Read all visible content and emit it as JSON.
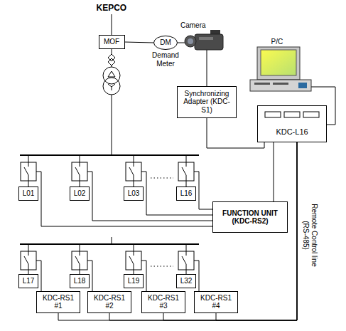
{
  "diagram": {
    "nodes": [
      {
        "text": [
          "MOF"
        ]
      },
      {
        "text": [
          "DM",
          "Demand Meter"
        ]
      },
      {
        "text": [
          "Synchronizing Adapter (KDC-S1)"
        ]
      },
      {
        "text": [
          "KDC-L16"
        ]
      },
      {
        "text": [
          "L01"
        ]
      },
      {
        "text": [
          "L02"
        ]
      },
      {
        "text": [
          "L03"
        ]
      },
      {
        "text": [
          "L16"
        ]
      },
      {
        "text": [
          "FUNCTION UNIT (KDC-RS2)"
        ]
      },
      {
        "text": [
          "L17"
        ]
      },
      {
        "text": [
          "L18"
        ]
      },
      {
        "text": [
          "L19"
        ]
      },
      {
        "text": [
          "L32"
        ]
      },
      {
        "text": [
          "KDC-RS1 #1"
        ]
      },
      {
        "text": [
          "KDC-RS1 #2"
        ]
      },
      {
        "text": [
          "KDC-RS1 #3"
        ]
      },
      {
        "text": [
          "KDC-RS1 #4"
        ]
      }
    ],
    "edges": [
      {
        "from": 0,
        "to": 1,
        "arrow": "none"
      },
      {
        "from": 2,
        "to": 3,
        "arrow": "none"
      },
      {
        "from": 3,
        "to": 8,
        "arrow": "none"
      },
      {
        "from": 3,
        "to": 13,
        "arrow": "none"
      },
      {
        "from": 3,
        "to": 14,
        "arrow": "none"
      },
      {
        "from": 3,
        "to": 15,
        "arrow": "none"
      },
      {
        "from": 3,
        "to": 16,
        "arrow": "none"
      }
    ],
    "labels": [
      "KEPCO",
      "Camera",
      "P/C",
      "Remote Control line (RS-485)"
    ]
  }
}
